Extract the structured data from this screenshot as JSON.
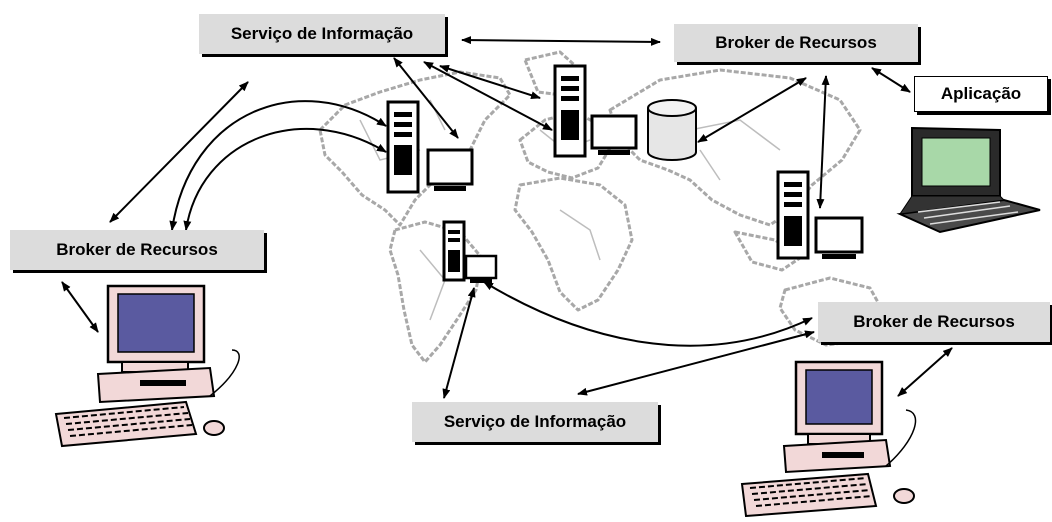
{
  "labels": {
    "info_service_top": "Serviço de Informação",
    "broker_top": "Broker de Recursos",
    "application": "Aplicação",
    "broker_left": "Broker de Recursos",
    "broker_bottom_right": "Broker de Recursos",
    "info_service_bottom": "Serviço de Informação"
  },
  "colors": {
    "label_box": "#dcdcdc",
    "map_outline": "#a8a8a8",
    "monitor_screen": "#5a5aa0",
    "laptop_screen": "#a8d8a8",
    "pc_body": "#f2d8d8",
    "server": "#ffffff"
  },
  "icons": {
    "map": "world-map-icon",
    "server": "server-tower-icon",
    "monitor": "monitor-icon",
    "database": "database-cylinder-icon",
    "laptop": "laptop-icon",
    "desktop": "desktop-computer-icon"
  }
}
